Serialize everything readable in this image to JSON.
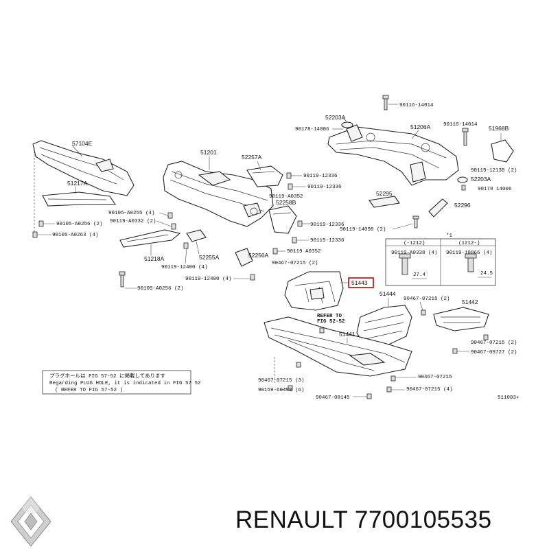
{
  "diagram": {
    "parts": {
      "p57104E": "57104E",
      "p51217A": "51217A",
      "p51201": "51201",
      "p52257A": "52257A",
      "p52203A_top": "52203A",
      "p51206A": "51206A",
      "p51968B": "51968B",
      "p52203A_right": "52203A",
      "p52258B": "52258B",
      "p52295": "52295",
      "p52296": "52296",
      "p51218A": "51218A",
      "p52255A": "52255A",
      "p52256A": "52256A",
      "p51443": "51443",
      "p51444": "51444",
      "p51442": "51442",
      "p51441": "51441",
      "code": "511003+"
    },
    "bolts": {
      "b90116_14014_top": "90116-14014",
      "b90178_14006": "90178-14006",
      "b90116_14014_right": "90116-14014",
      "b90119_12138": "90119-12138 (2)",
      "b90178_14006_right": "90178 14006",
      "b90119_12336_a": "90119-12336",
      "b90119_12336_b": "90119-12336",
      "b90119_A0352_a": "90119-A0352",
      "b90105_A0255": "90105-A0255 (4)",
      "b90119_A0332": "90119-A0332 (2)",
      "b90105_A0256_a": "90105-A0256 (2)",
      "b90105_A0263": "90105-A0263 (4)",
      "b90119_12336_c": "90119-12336",
      "b90119_12336_d": "90119-12336",
      "b90119_A0352_b": "90119 A0352",
      "b90119_14098": "90119-14098 (2)",
      "b90467_07215_a": "90467-07215 (2)",
      "b90119_12400_a": "90119-12400 (4)",
      "b90119_12400_b": "90119-12400 (4)",
      "b90105_A0256_b": "90105-A0256 (2)",
      "b90467_07215_b": "90467-07215 (2)",
      "b90467_07215_c": "90467-07215 (2)",
      "b90467_09727": "90467-09727 (2)",
      "b90467_07215_d": "90467-07215 (3)",
      "b90467_07215_e": "90467-07215",
      "b90159_60498": "90159-60498 (6)",
      "b90467_08145": "90467-08145",
      "b90467_07215_f": "90467-07215 (4)"
    },
    "refer": {
      "line1": "REFER TO",
      "line2": "FIG 52-52"
    },
    "detail_box": {
      "marker": "*1",
      "col1_header": "(-1212)",
      "col2_header": "(1212-)",
      "col1_part": "90119-A0338 (4)",
      "col2_part": "90119-18866 (4)",
      "col1_dim": "27.4",
      "col2_dim": "24.5"
    },
    "note": {
      "line1": "プラグホールは FIG 57-52 に掲載してあります",
      "line2": "Regarding PLUG HOLE, it is indicated in FIG 57 52",
      "line3": "( REFER TO FIG 57-52 )"
    }
  },
  "brand": {
    "name": "RENAULT",
    "part_number": "7700105535",
    "logo_icon": "renault-diamond-logo"
  }
}
